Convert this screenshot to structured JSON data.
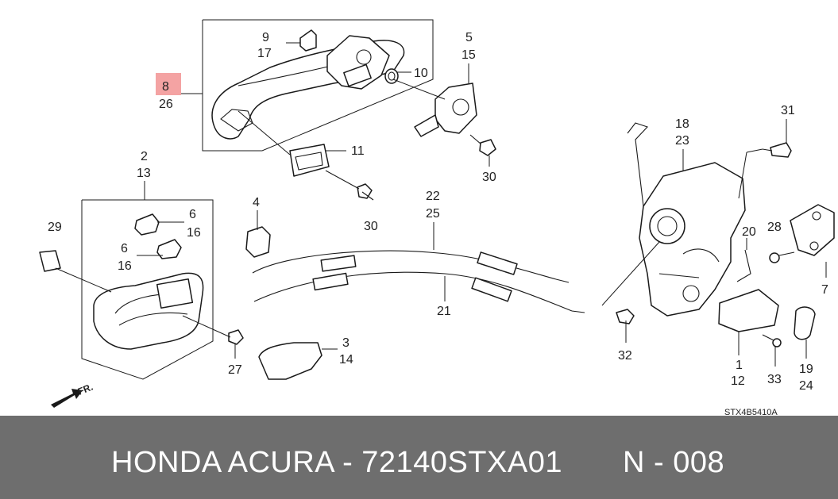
{
  "diagram": {
    "labels": {
      "l8": "8",
      "l26": "26",
      "l9": "9",
      "l17": "17",
      "l10": "10",
      "l5": "5",
      "l15": "15",
      "l11": "11",
      "l30a": "30",
      "l30b": "30",
      "l2": "2",
      "l13": "13",
      "l6a": "6",
      "l16a": "16",
      "l6b": "6",
      "l16b": "16",
      "l29": "29",
      "l27": "27",
      "l4": "4",
      "l22": "22",
      "l25": "25",
      "l21": "21",
      "l3": "3",
      "l14": "14",
      "l18": "18",
      "l23": "23",
      "l31": "31",
      "l28": "28",
      "l7": "7",
      "l20": "20",
      "l32": "32",
      "l1": "1",
      "l12": "12",
      "l33": "33",
      "l19": "19",
      "l24": "24"
    },
    "front_arrow_text": "FR.",
    "diagram_code": "STX4B5410A",
    "highlight_color": "#f4a3a3"
  },
  "footer": {
    "title": "HONDA ACURA - 72140STXA01",
    "code": "N - 008",
    "background": "#6e6e6e"
  }
}
